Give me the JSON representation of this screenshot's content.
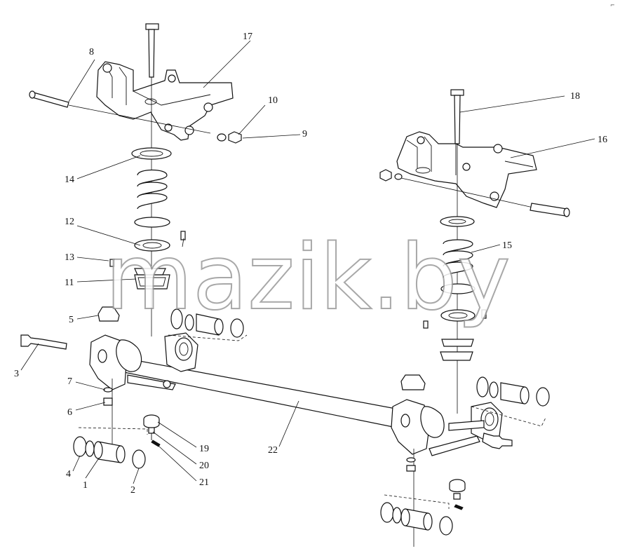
{
  "watermark": "mazik.by",
  "corner_mark": "⌐",
  "callouts": {
    "c1": "1",
    "c2": "2",
    "c3": "3",
    "c4": "4",
    "c5": "5",
    "c6": "6",
    "c7": "7",
    "c8": "8",
    "c9": "9",
    "c10": "10",
    "c11": "11",
    "c12": "12",
    "c13": "13",
    "c14": "14",
    "c15": "15",
    "c16": "16",
    "c17": "17",
    "c18": "18",
    "c19": "19",
    "c20": "20",
    "c21": "21",
    "c22": "22"
  }
}
